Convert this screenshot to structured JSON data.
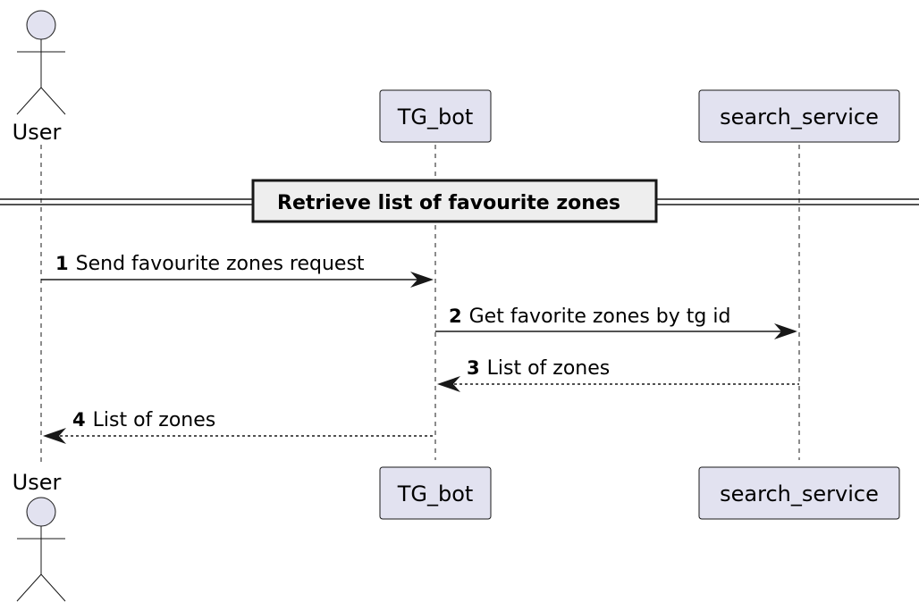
{
  "participants": {
    "user": {
      "label": "User",
      "kind": "actor"
    },
    "tg_bot": {
      "label": "TG_bot",
      "kind": "participant"
    },
    "search_service": {
      "label": "search_service",
      "kind": "participant"
    }
  },
  "divider": {
    "label": "Retrieve list of favourite zones"
  },
  "messages": [
    {
      "number": "1",
      "text": "Send favourite zones request",
      "from": "User",
      "to": "TG_bot",
      "style": "solid"
    },
    {
      "number": "2",
      "text": "Get favorite zones by tg id",
      "from": "TG_bot",
      "to": "search_service",
      "style": "solid"
    },
    {
      "number": "3",
      "text": "List of zones",
      "from": "search_service",
      "to": "TG_bot",
      "style": "dotted"
    },
    {
      "number": "4",
      "text": "List of zones",
      "from": "TG_bot",
      "to": "User",
      "style": "dotted"
    }
  ],
  "colors": {
    "participant_fill": "#e2e2f0",
    "line": "#181818",
    "background": "#ffffff"
  }
}
